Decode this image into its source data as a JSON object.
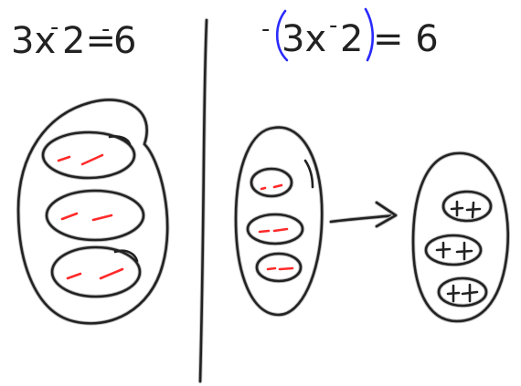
{
  "left_panel": {
    "equation": {
      "coef": "3x",
      "op": "-",
      "const": "2=",
      "rhs_sign": "-",
      "rhs": "6"
    },
    "groups": [
      {
        "signs": [
          "-",
          "-"
        ]
      },
      {
        "signs": [
          "-",
          "-"
        ]
      },
      {
        "signs": [
          "-",
          "-"
        ]
      }
    ]
  },
  "right_panel": {
    "equation": {
      "outer_sign": "-",
      "coef": "3x",
      "op": "-",
      "const": "2",
      "rhs": "= 6"
    },
    "before": {
      "groups": [
        {
          "signs": [
            "-",
            "-"
          ]
        },
        {
          "signs": [
            "-",
            "-"
          ]
        },
        {
          "signs": [
            "-",
            "-"
          ]
        }
      ]
    },
    "after": {
      "groups": [
        {
          "signs": [
            "+",
            "+"
          ]
        },
        {
          "signs": [
            "+",
            "+"
          ]
        },
        {
          "signs": [
            "+",
            "+"
          ]
        }
      ]
    }
  },
  "colors": {
    "ink": "#222222",
    "negative": "#ff2a2a",
    "parenthesis": "#2a2aff",
    "background": "#ffffff"
  }
}
